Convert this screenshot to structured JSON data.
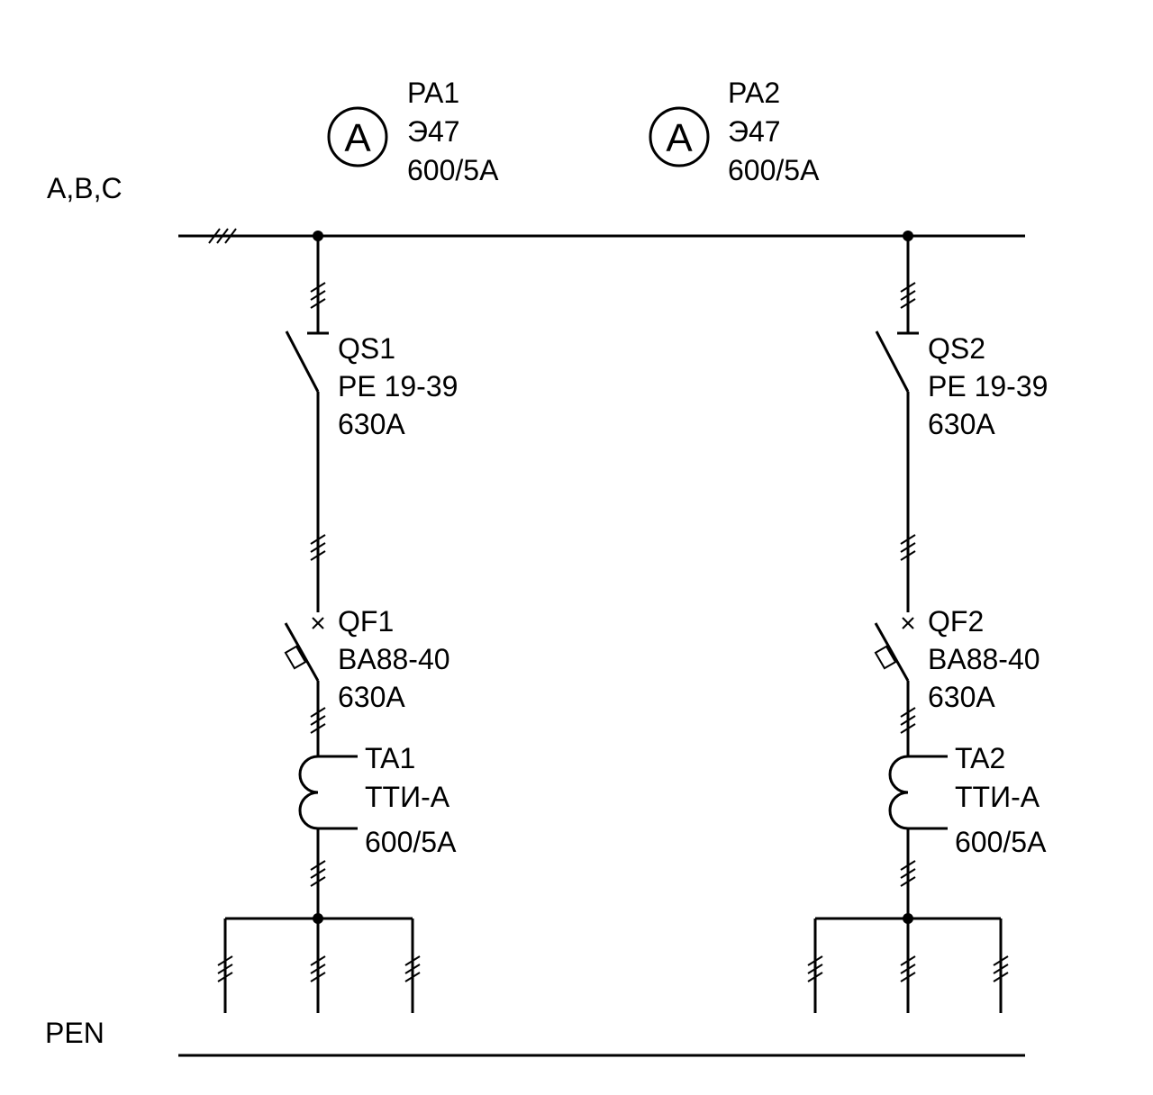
{
  "bus": {
    "label": "A,B,C"
  },
  "neutral": {
    "label": "PEN"
  },
  "meters": [
    {
      "symbol": "A",
      "designation": "PA1",
      "type": "Э47",
      "rating": "600/5A"
    },
    {
      "symbol": "A",
      "designation": "PA2",
      "type": "Э47",
      "rating": "600/5A"
    }
  ],
  "feeders": [
    {
      "switch": {
        "designation": "QS1",
        "type": "PE 19-39",
        "rating": "630A"
      },
      "breaker": {
        "designation": "QF1",
        "type": "BA88-40",
        "rating": "630A"
      },
      "ct": {
        "designation": "TA1",
        "type": "ТТИ-А",
        "rating": "600/5A"
      }
    },
    {
      "switch": {
        "designation": "QS2",
        "type": "PE 19-39",
        "rating": "630A"
      },
      "breaker": {
        "designation": "QF2",
        "type": "BA88-40",
        "rating": "630A"
      },
      "ct": {
        "designation": "TA2",
        "type": "ТТИ-А",
        "rating": "600/5A"
      }
    }
  ]
}
